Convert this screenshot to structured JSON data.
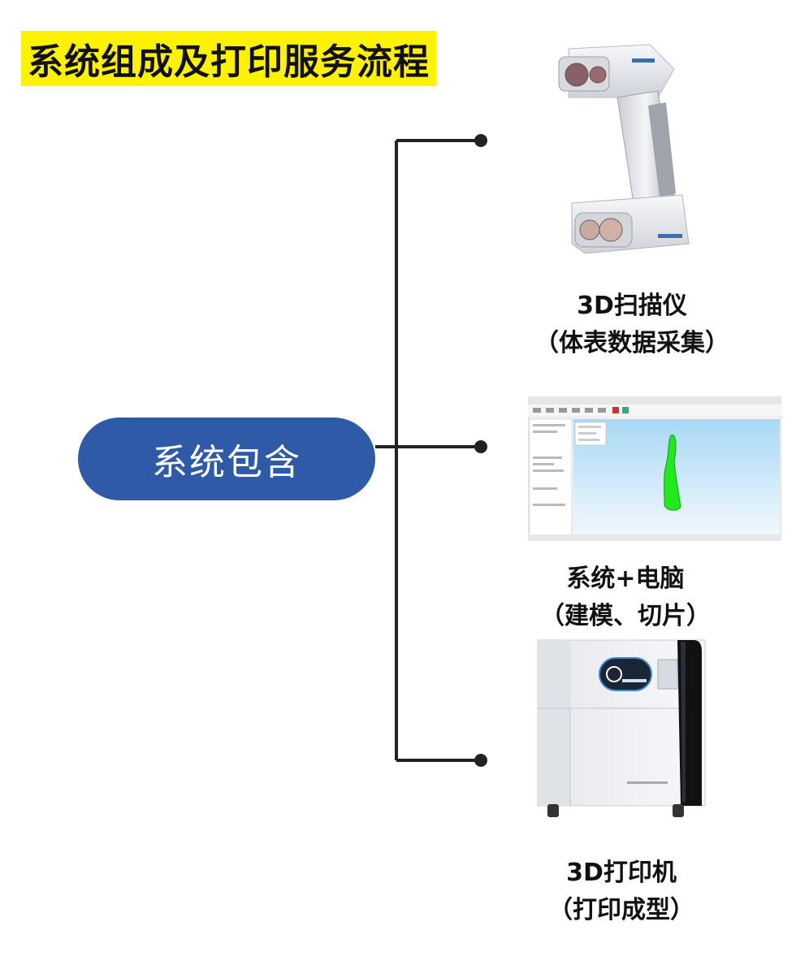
{
  "title": "系统组成及打印服务流程",
  "center": "系统包含",
  "items": [
    {
      "line1": "3D扫描仪",
      "line2": "（体表数据采集）",
      "icon": "scanner-image"
    },
    {
      "line1": "系统+电脑",
      "line2": "（建模、切片）",
      "icon": "software-screen-image"
    },
    {
      "line1": "3D打印机",
      "line2": "（打印成型）",
      "icon": "printer-image"
    }
  ],
  "colors": {
    "title_bg": "#fff200",
    "pill": "#2f5aa8",
    "connector": "#222222",
    "model": "#22e81e"
  }
}
